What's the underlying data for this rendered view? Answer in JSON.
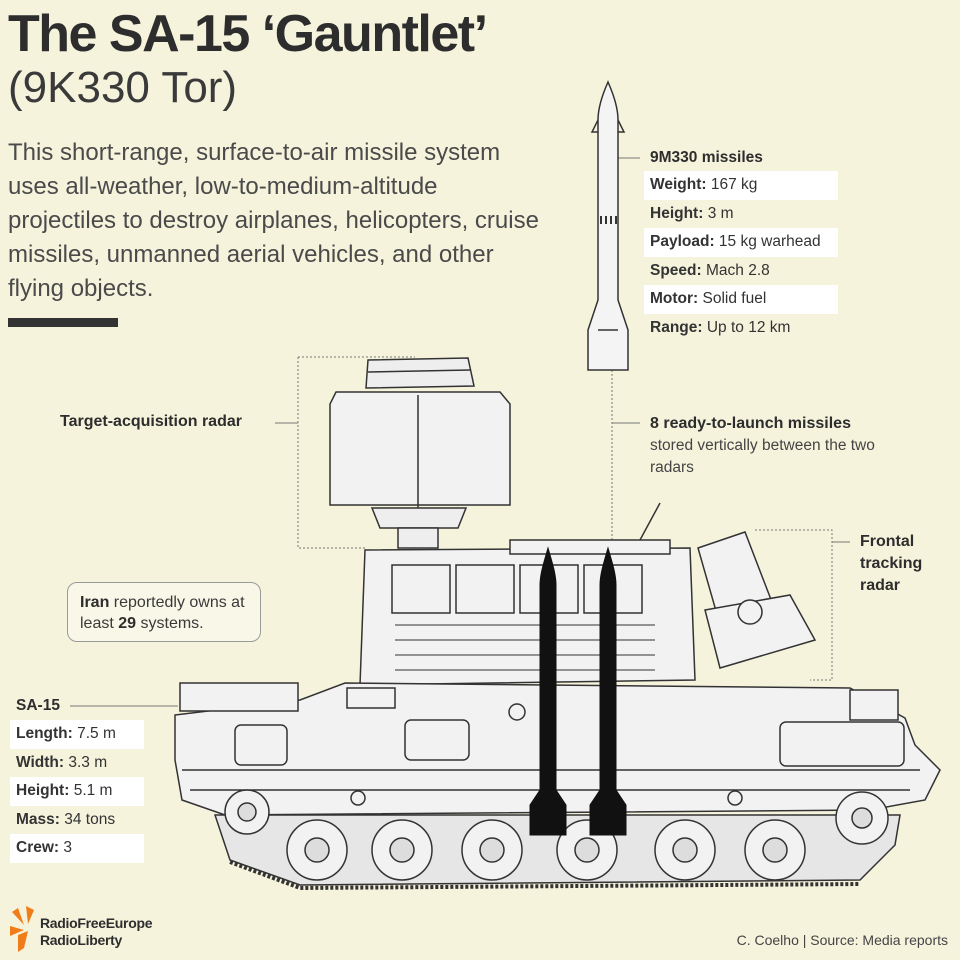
{
  "header": {
    "title": "The SA-15 ‘Gauntlet’",
    "subtitle": "(9K330 Tor)",
    "intro": "This short-range, surface-to-air missile system uses all-weather, low-to-medium-altitude projectiles to destroy airplanes, helicopters, cruise missiles, unmanned aerial vehicles, and other flying objects."
  },
  "missile_specs": {
    "title": "9M330 missiles",
    "rows": [
      {
        "label": "Weight:",
        "value": " 167 kg"
      },
      {
        "label": "Height:",
        "value": " 3 m"
      },
      {
        "label": "Payload:",
        "value": " 15 kg warhead"
      },
      {
        "label": "Speed:",
        "value": " Mach 2.8"
      },
      {
        "label": "Motor:",
        "value": " Solid fuel"
      },
      {
        "label": "Range:",
        "value": " Up to 12 km"
      }
    ]
  },
  "callouts": {
    "radar": "Target-acquisition radar",
    "ready_bold": "8 ready-to-launch missiles",
    "ready_text": "stored vertically between the two radars",
    "frontal": "Frontal tracking radar"
  },
  "iran": {
    "country": "Iran",
    "text1": " reportedly owns at least ",
    "count": "29",
    "text2": " systems."
  },
  "sa15_specs": {
    "title": "SA-15",
    "rows": [
      {
        "label": "Length:",
        "value": " 7.5 m"
      },
      {
        "label": "Width:",
        "value": " 3.3 m"
      },
      {
        "label": "Height:",
        "value": " 5.1 m"
      },
      {
        "label": "Mass:",
        "value": " 34 tons"
      },
      {
        "label": "Crew:",
        "value": " 3"
      }
    ]
  },
  "footer": {
    "logo_line1": "RadioFreeEurope",
    "logo_line2": "RadioLiberty",
    "credit": "C. Coelho | Source: Media reports"
  },
  "colors": {
    "background": "#f6f3dd",
    "text_dark": "#2d2d2d",
    "logo_orange": "#f07d1a",
    "vehicle_fill": "#f2f2f2",
    "missile_black": "#111111"
  }
}
